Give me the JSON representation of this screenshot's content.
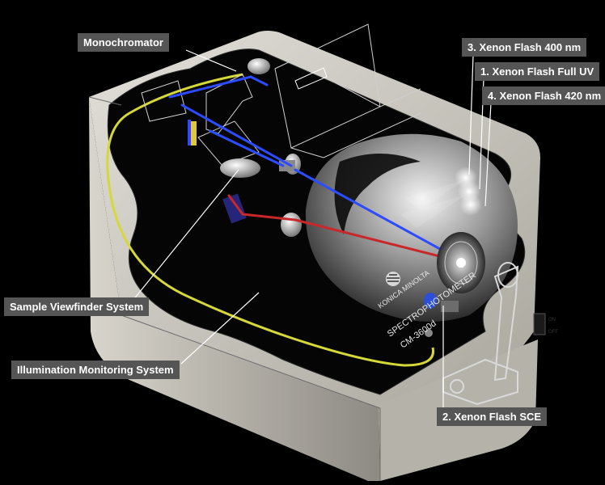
{
  "labels": {
    "monochromator": "Monochromator",
    "xenon_400": "3. Xenon Flash 400 nm",
    "xenon_full_uv": "1. Xenon Flash Full UV",
    "xenon_420": "4. Xenon Flash 420 nm",
    "sample_viewfinder": "Sample Viewfinder System",
    "illumination_monitoring": "Illumination Monitoring System",
    "xenon_sce": "2. Xenon Flash SCE"
  },
  "device_text": {
    "brand": "KONICA MINOLTA",
    "product": "SPECTROPHOTOMETER",
    "model": "CM-3600d"
  },
  "switch": {
    "on": "ON",
    "off": "OFF"
  },
  "colors": {
    "label_background": "#555555",
    "label_text": "#ffffff",
    "blue_beam": "#2d4bff",
    "red_beam": "#c8282a",
    "fiber": "#d6d83a",
    "housing": "#c9c6bd"
  }
}
